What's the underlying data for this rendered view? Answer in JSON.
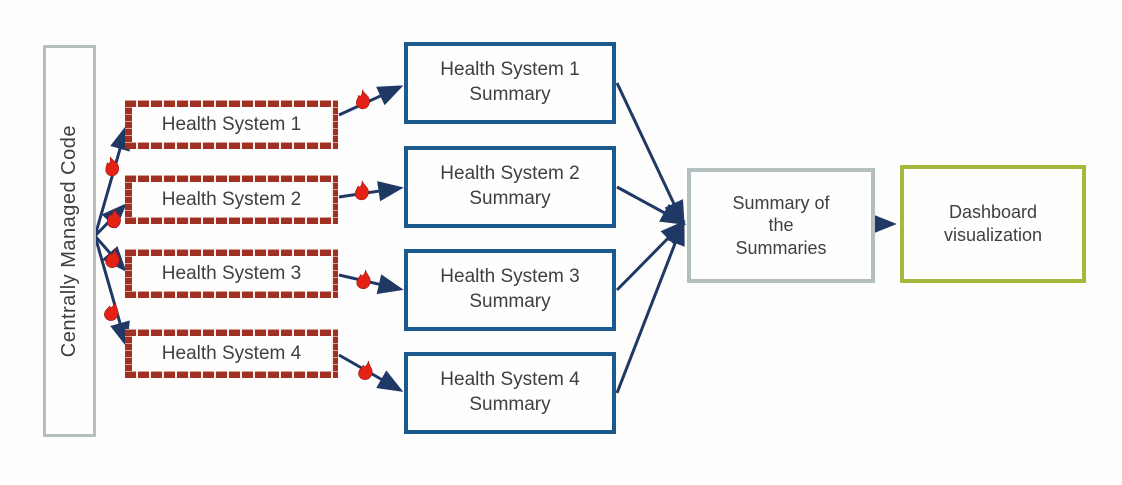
{
  "diagram": {
    "source": {
      "label": "Centrally Managed Code"
    },
    "health_systems": [
      {
        "label": "Health System 1"
      },
      {
        "label": "Health System 2"
      },
      {
        "label": "Health System 3"
      },
      {
        "label": "Health System 4"
      }
    ],
    "summaries": [
      {
        "label": "Health System 1 Summary",
        "lines": [
          "Health System 1",
          "Summary"
        ]
      },
      {
        "label": "Health System 2 Summary",
        "lines": [
          "Health System 2",
          "Summary"
        ]
      },
      {
        "label": "Health System 3 Summary",
        "lines": [
          "Health System 3",
          "Summary"
        ]
      },
      {
        "label": "Health System 4 Summary",
        "lines": [
          "Health System 4",
          "Summary"
        ]
      }
    ],
    "aggregate": {
      "label": "Summary of the Summaries",
      "lines": [
        "Summary of",
        "the",
        "Summaries"
      ]
    },
    "dashboard": {
      "label": "Dashboard visualization",
      "lines": [
        "Dashboard",
        "visualization"
      ]
    },
    "icons": {
      "flame": "firewall-flame-icon"
    },
    "colors": {
      "firewall_border": "#a23022",
      "summary_border": "#1a5a8f",
      "aggregate_border": "#b4bfc0",
      "dashboard_border": "#a6b93c",
      "connector": "#1f3864",
      "flame": "#e32215",
      "text": "#3f3f3f"
    }
  }
}
